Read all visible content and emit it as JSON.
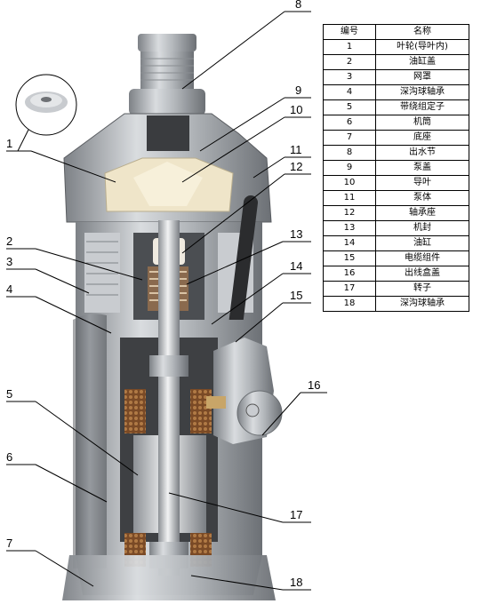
{
  "table": {
    "header": {
      "no": "编号",
      "name": "名称"
    },
    "rows": [
      {
        "no": "1",
        "name": "叶轮(导叶内)"
      },
      {
        "no": "2",
        "name": "油缸盖"
      },
      {
        "no": "3",
        "name": "网罩"
      },
      {
        "no": "4",
        "name": "深沟球轴承"
      },
      {
        "no": "5",
        "name": "带绕组定子"
      },
      {
        "no": "6",
        "name": "机筒"
      },
      {
        "no": "7",
        "name": "底座"
      },
      {
        "no": "8",
        "name": "出水节"
      },
      {
        "no": "9",
        "name": "泵盖"
      },
      {
        "no": "10",
        "name": "导叶"
      },
      {
        "no": "11",
        "name": "泵体"
      },
      {
        "no": "12",
        "name": "轴承座"
      },
      {
        "no": "13",
        "name": "机封"
      },
      {
        "no": "14",
        "name": "油缸"
      },
      {
        "no": "15",
        "name": "电缆组件"
      },
      {
        "no": "16",
        "name": "出线盒盖"
      },
      {
        "no": "17",
        "name": "转子"
      },
      {
        "no": "18",
        "name": "深沟球轴承"
      }
    ]
  },
  "callouts": {
    "n1": "1",
    "n2": "2",
    "n3": "3",
    "n4": "4",
    "n5": "5",
    "n6": "6",
    "n7": "7",
    "n8": "8",
    "n9": "9",
    "n10": "10",
    "n11": "11",
    "n12": "12",
    "n13": "13",
    "n14": "14",
    "n15": "15",
    "n16": "16",
    "n17": "17",
    "n18": "18"
  }
}
